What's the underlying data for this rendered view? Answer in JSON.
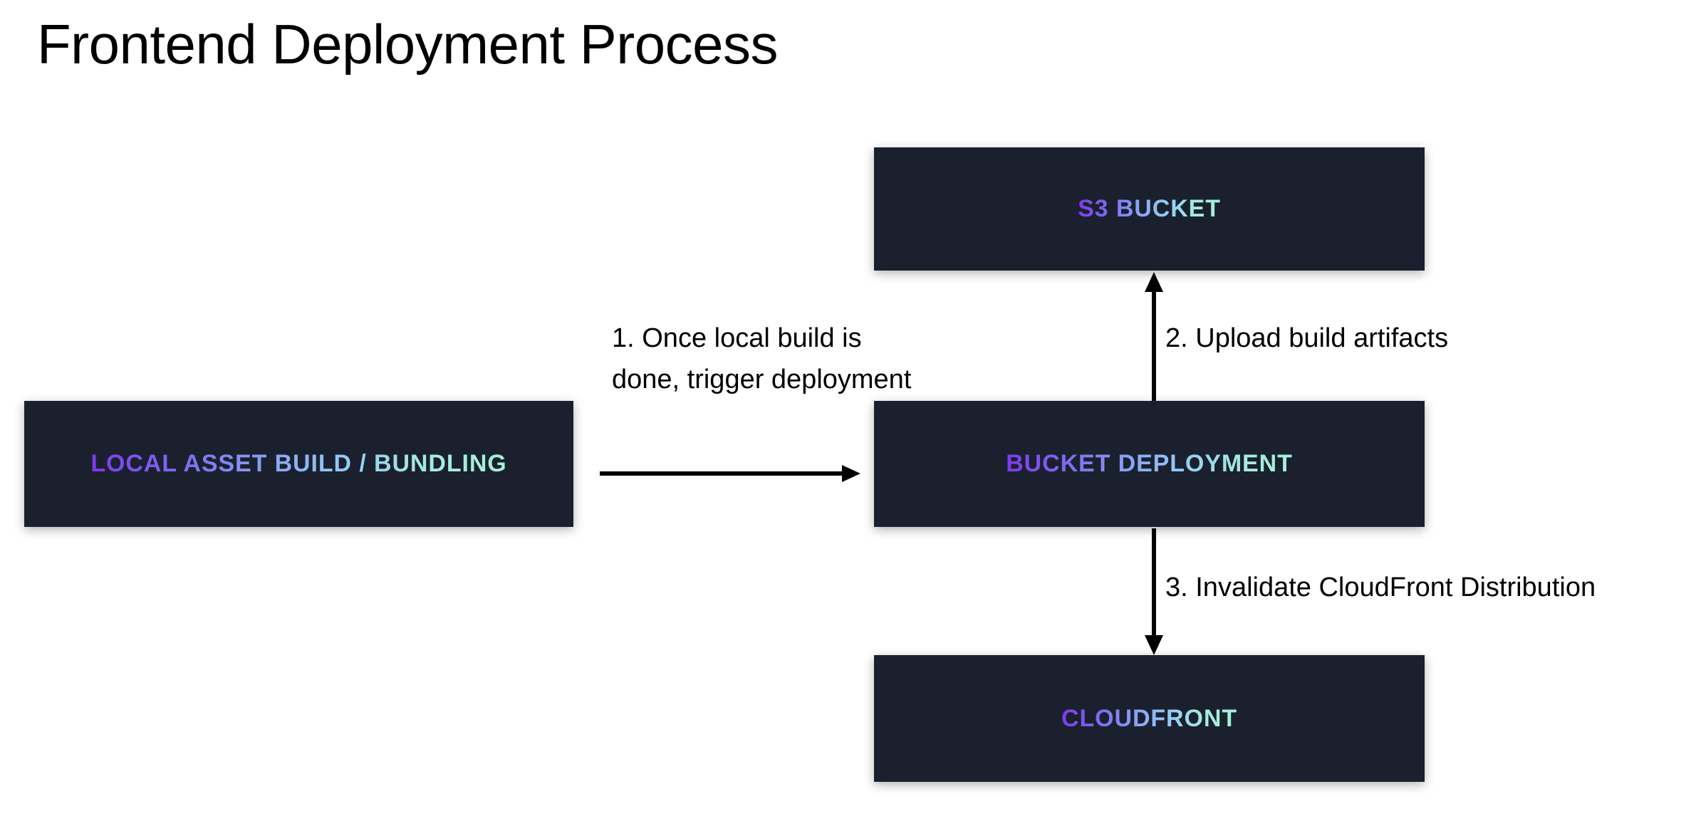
{
  "page": {
    "title": "Frontend Deployment Process",
    "background_color": "#ffffff",
    "text_color": "#000000"
  },
  "theme": {
    "node_background": "#1a202e",
    "gradient_start": "#7c3aed",
    "gradient_mid": "#8ec8f6",
    "gradient_end": "#a4f0d6",
    "arrow_color": "#000000"
  },
  "diagram": {
    "type": "flowchart",
    "nodes": [
      {
        "id": "s3",
        "label": "S3 Bucket"
      },
      {
        "id": "local",
        "label": "Local Asset Build / Bundling"
      },
      {
        "id": "deploy",
        "label": "Bucket Deployment"
      },
      {
        "id": "cloudfront",
        "label": "CloudFront"
      }
    ],
    "edges": [
      {
        "id": "e1",
        "from": "local",
        "to": "deploy",
        "direction": "right",
        "label": "1. Once local build is done, trigger deployment"
      },
      {
        "id": "e2",
        "from": "deploy",
        "to": "s3",
        "direction": "up",
        "label": "2. Upload build artifacts"
      },
      {
        "id": "e3",
        "from": "deploy",
        "to": "cloudfront",
        "direction": "down",
        "label": "3. Invalidate CloudFront Distribution"
      }
    ]
  }
}
